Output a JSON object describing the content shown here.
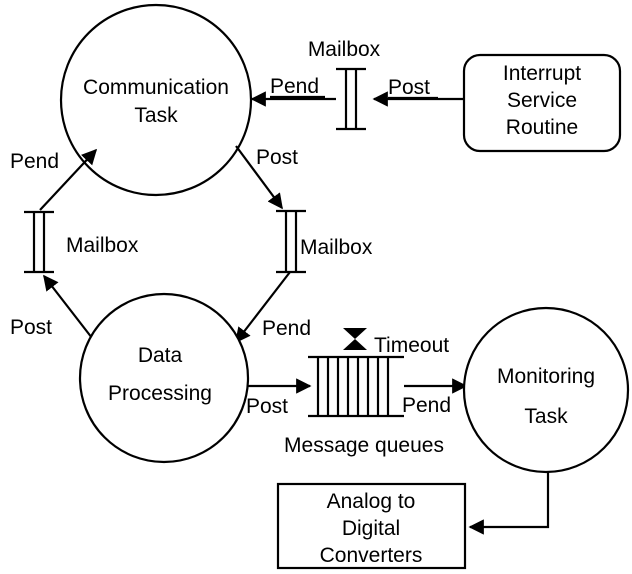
{
  "nodes": {
    "communication_task": {
      "line1": "Communication",
      "line2": "Task"
    },
    "data_processing": {
      "line1": "Data",
      "line2": "Processing"
    },
    "monitoring_task": {
      "line1": "Monitoring",
      "line2": "Task"
    },
    "isr": {
      "line1": "Interrupt",
      "line2": "Service",
      "line3": "Routine"
    },
    "adc": {
      "line1": "Analog to",
      "line2": "Digital",
      "line3": "Converters"
    }
  },
  "mailboxes": {
    "top": "Mailbox",
    "left": "Mailbox",
    "right": "Mailbox"
  },
  "queue": {
    "label": "Message queues",
    "timeout": "Timeout"
  },
  "edge_labels": {
    "isr_post": "Post",
    "comm_pend": "Pend",
    "comm_post": "Post",
    "left_pend": "Pend",
    "dp_post_left": "Post",
    "dp_pend": "Pend",
    "queue_post": "Post",
    "queue_pend": "Pend"
  }
}
